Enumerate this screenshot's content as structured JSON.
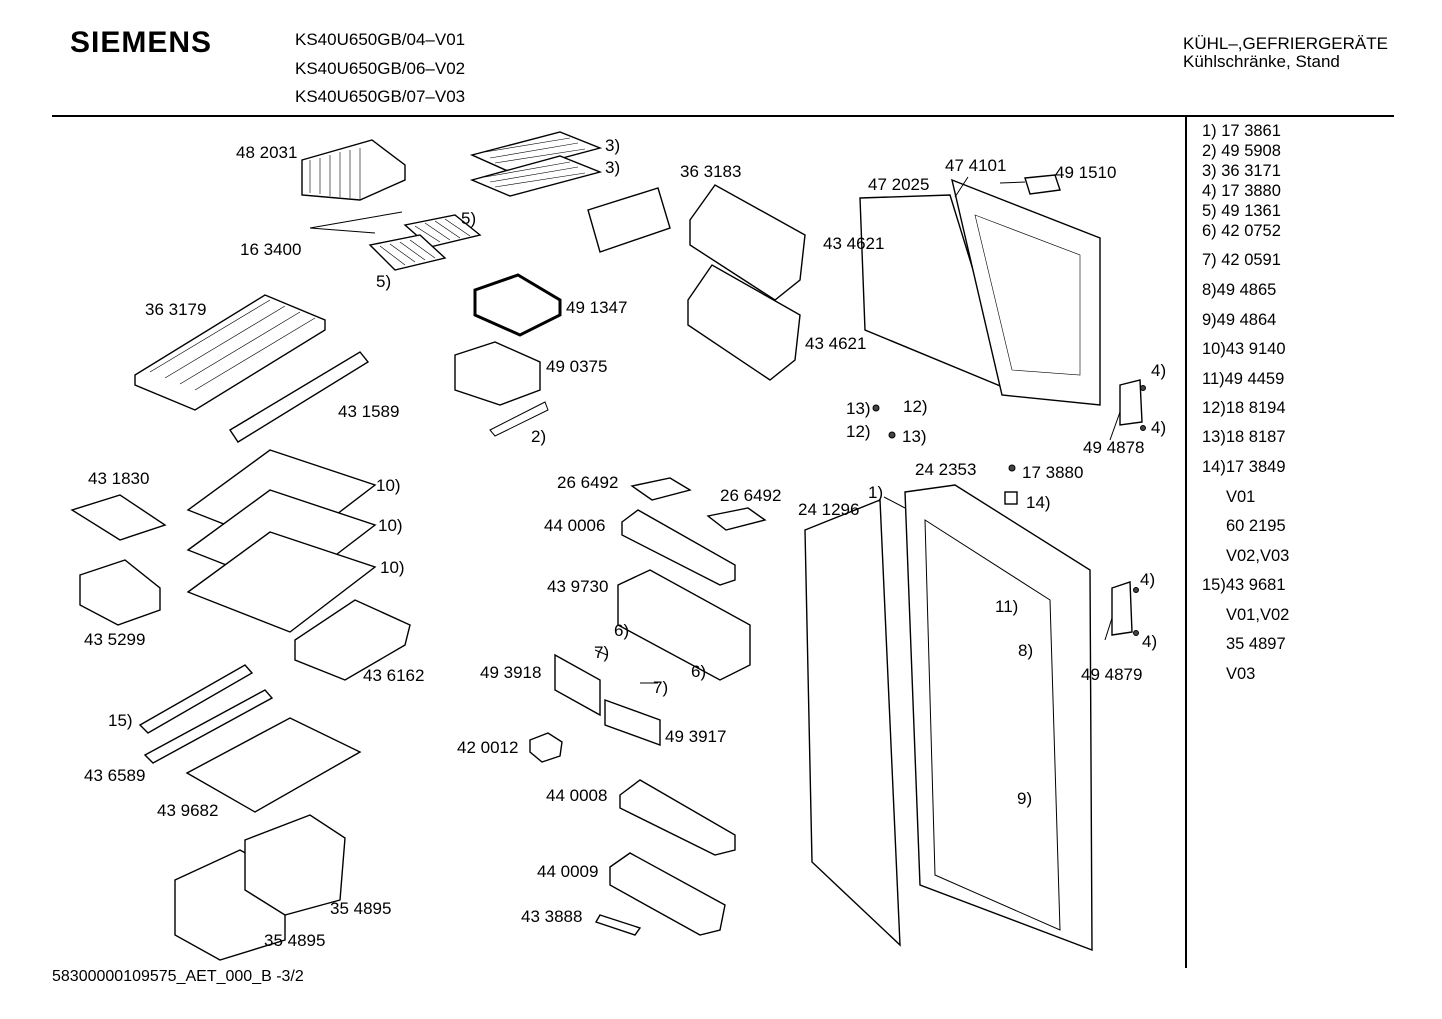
{
  "header": {
    "brand": "SIEMENS",
    "models": [
      "KS40U650GB/04–V01",
      "KS40U650GB/06–V02",
      "KS40U650GB/07–V03"
    ],
    "category_line1": "KÜHL–,GEFRIERGERÄTE",
    "category_line2": "Kühlschränke, Stand"
  },
  "legend": [
    "1)  17 3861",
    "2)  49 5908",
    "3)  36 3171",
    "4)  17   3880",
    "5)  49 1361",
    "6)  42 0752",
    "7)  42 0591",
    "8)49 4865",
    "9)49 4864",
    "10)43 9140",
    "11)49 4459",
    "12)18 8194",
    "13)18 8187",
    "14)17 3849",
    "V01",
    "60 2195",
    "V02,V03",
    "15)43 9681",
    "V01,V02",
    "35 4897",
    "V03"
  ],
  "labels": {
    "p482031": "48 2031",
    "p163400": "16 3400",
    "p363179": "36 3179",
    "p431589": "43 1589",
    "p431830": "43 1830",
    "p435299": "43 5299",
    "p436162": "43 6162",
    "p436589": "43 6589",
    "p439682": "43 9682",
    "p354895a": "35 4895",
    "p354895b": "35 4895",
    "r3a": "3)",
    "r3b": "3)",
    "p363183": "36 3183",
    "r5a": "5)",
    "r5b": "5)",
    "p491347": "49 1347",
    "p490375": "49 0375",
    "r2": "2)",
    "r10a": "10)",
    "r10b": "10)",
    "r10c": "10)",
    "r15": "15)",
    "p434621a": "43 4621",
    "p434621b": "43 4621",
    "p266492a": "26 6492",
    "p266492b": "26 6492",
    "p440006": "44 0006",
    "p439730": "43 9730",
    "r6a": "6)",
    "r6b": "6)",
    "p493918": "49 3918",
    "r7a": "7)",
    "r7b": "7)",
    "p493917": "49 3917",
    "p420012": "42 0012",
    "p440008": "44 0008",
    "p440009": "44 0009",
    "p433888": "43 3888",
    "p474101": "47 4101",
    "p491510": "49 1510",
    "p472025": "47 2025",
    "r13a": "13)",
    "r12a": "12)",
    "r12b": "12)",
    "r13b": "13)",
    "r4a": "4)",
    "r4b": "4)",
    "p494878": "49 4878",
    "p242353": "24 2353",
    "p173880": "17 3880",
    "r14": "14)",
    "r1": "1)",
    "p241296": "24 1296",
    "r11": "11)",
    "r8": "8)",
    "r9": "9)",
    "r4c": "4)",
    "r4d": "4)",
    "p494879": "49 4879"
  },
  "footer": "58300000109575_AET_000_B  -3/2"
}
